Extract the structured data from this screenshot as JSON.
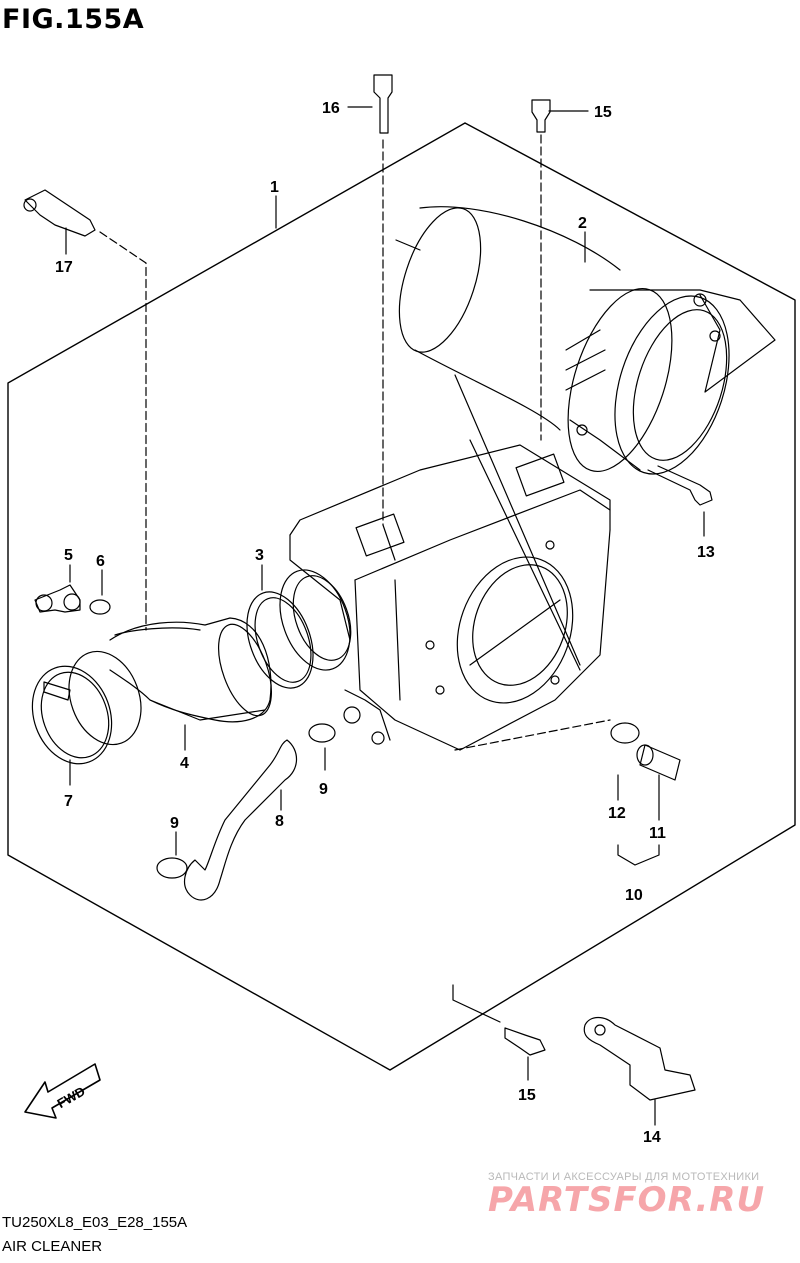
{
  "figure": {
    "title": "FIG.155A"
  },
  "footer": {
    "code": "TU250XL8_E03_E28_155A",
    "caption": "AIR CLEANER"
  },
  "direction_badge": "FWD",
  "watermark": {
    "line1": "ЗАПЧАСТИ И АКСЕССУАРЫ ДЛЯ МОТОТЕХНИКИ",
    "line2": "PARTSFOR.RU"
  },
  "parts": [
    {
      "number": "1"
    },
    {
      "number": "2"
    },
    {
      "number": "3"
    },
    {
      "number": "4"
    },
    {
      "number": "5"
    },
    {
      "number": "6"
    },
    {
      "number": "7"
    },
    {
      "number": "8"
    },
    {
      "number": "9"
    },
    {
      "number": "9"
    },
    {
      "number": "10"
    },
    {
      "number": "11"
    },
    {
      "number": "12"
    },
    {
      "number": "13"
    },
    {
      "number": "14"
    },
    {
      "number": "15"
    },
    {
      "number": "15"
    },
    {
      "number": "16"
    },
    {
      "number": "17"
    }
  ]
}
